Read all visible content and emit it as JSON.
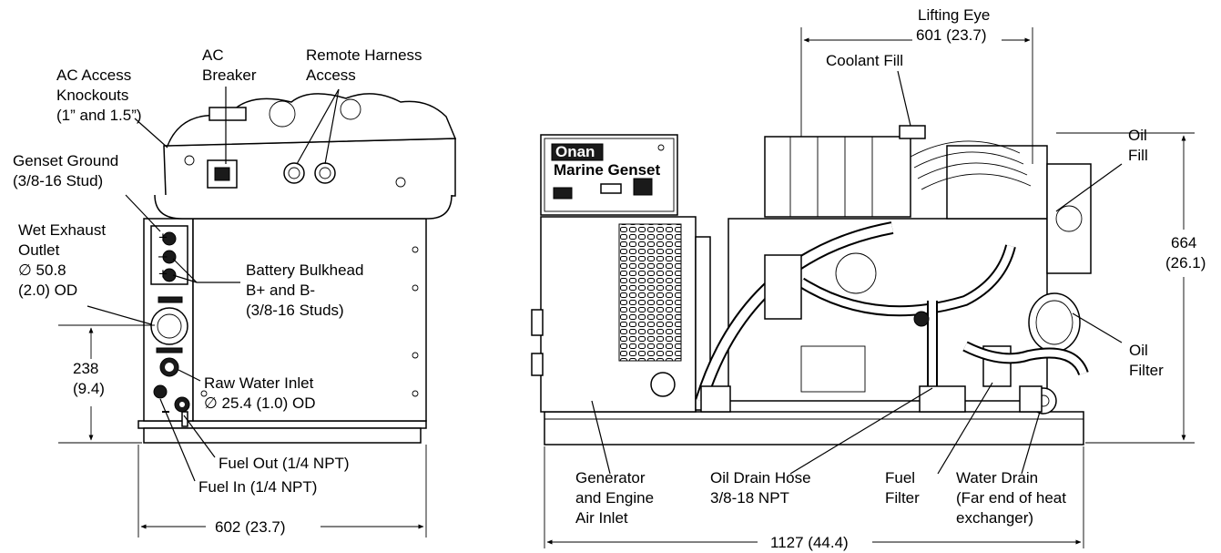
{
  "left_view": {
    "labels": {
      "ac_access_1": "AC Access",
      "ac_access_2": "Knockouts",
      "ac_access_3": "(1” and 1.5”)",
      "ac_breaker_1": "AC",
      "ac_breaker_2": "Breaker",
      "remote_1": "Remote Harness",
      "remote_2": "Access",
      "ground_1": "Genset Ground",
      "ground_2": "(3/8-16 Stud)",
      "wet_1": "Wet Exhaust",
      "wet_2": "Outlet",
      "wet_3": "∅ 50.8",
      "wet_4": "(2.0) OD",
      "battery_1": "Battery Bulkhead",
      "battery_2": "B+ and B-",
      "battery_3": "(3/8-16 Studs)",
      "height_238_1": "238",
      "height_238_2": "(9.4)",
      "raw_1": "Raw Water Inlet",
      "raw_2": "∅ 25.4 (1.0) OD",
      "fuel_out": "Fuel Out (1/4 NPT)",
      "fuel_in": "Fuel In (1/4 NPT)",
      "width_602": "602 (23.7)",
      "plus_top": "+",
      "minus": "–",
      "plus_bottom": "+"
    }
  },
  "right_view": {
    "labels": {
      "lifting_1": "Lifting Eye",
      "lifting_2": "601 (23.7)",
      "coolant": "Coolant Fill",
      "oil_fill_1": "Oil",
      "oil_fill_2": "Fill",
      "height_664_1": "664",
      "height_664_2": "(26.1)",
      "oil_filter_1": "Oil",
      "oil_filter_2": "Filter",
      "brand": "Onan",
      "panel": "Marine  Genset",
      "gen_1": "Generator",
      "gen_2": "and Engine",
      "gen_3": "Air Inlet",
      "oil_drain_1": "Oil Drain Hose",
      "oil_drain_2": "3/8-18 NPT",
      "fuel_filter_1": "Fuel",
      "fuel_filter_2": "Filter",
      "water_1": "Water Drain",
      "water_2": "(Far end of heat",
      "water_3": "exchanger)",
      "width_1127": "1127 (44.4)"
    }
  }
}
